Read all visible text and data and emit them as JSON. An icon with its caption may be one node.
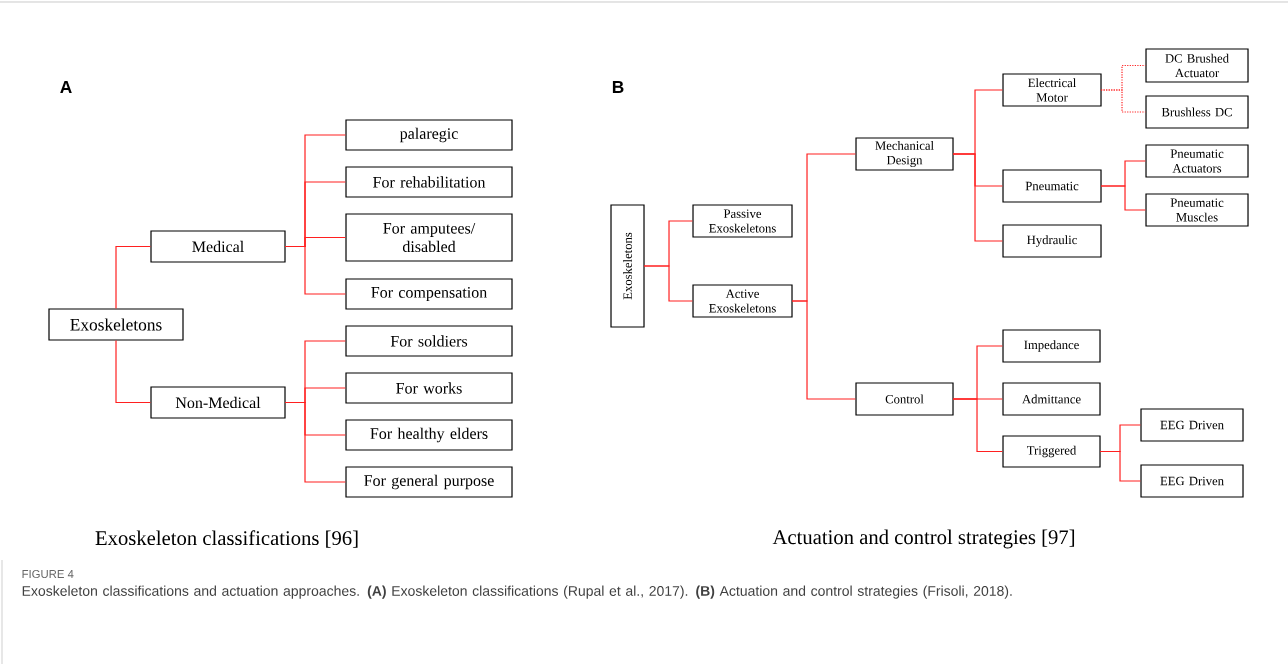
{
  "diagram": {
    "caption": "Exoskeleton classifications and actuation approaches. **(A)** Exoskeleton classifications (Rupal et al., 2017). **(B)** Actuation and control strategies (Frisoli, 2018).",
    "nodes": [
      {
        "text": [
          "Exoskeletons"
        ]
      },
      {
        "text": [
          "Medical"
        ]
      },
      {
        "text": [
          "Non-Medical"
        ]
      },
      {
        "text": [
          "palaregic"
        ]
      },
      {
        "text": [
          "For rehabilitation"
        ]
      },
      {
        "text": [
          "For amputees/ disabled"
        ]
      },
      {
        "text": [
          "For compensation"
        ]
      },
      {
        "text": [
          "For soldiers"
        ]
      },
      {
        "text": [
          "For works"
        ]
      },
      {
        "text": [
          "For healthy elders"
        ]
      },
      {
        "text": [
          "For general purpose"
        ]
      },
      {
        "text": [
          "Exoskeletons"
        ]
      },
      {
        "text": [
          "Passive Exoskeletons"
        ]
      },
      {
        "text": [
          "Active Exoskeletons"
        ]
      },
      {
        "text": [
          "Mechanical Design"
        ]
      },
      {
        "text": [
          "Control"
        ]
      },
      {
        "text": [
          "Electrical Motor"
        ]
      },
      {
        "text": [
          "Pneumatic"
        ]
      },
      {
        "text": [
          "Hydraulic"
        ]
      },
      {
        "text": [
          "DC Brushed Actuator"
        ]
      },
      {
        "text": [
          "Brushless DC"
        ]
      },
      {
        "text": [
          "Pneumatic Actuators"
        ]
      },
      {
        "text": [
          "Pneumatic Muscles"
        ]
      },
      {
        "text": [
          "Impedance"
        ]
      },
      {
        "text": [
          "Admittance"
        ]
      },
      {
        "text": [
          "Triggered"
        ]
      },
      {
        "text": [
          "EEG Driven"
        ]
      },
      {
        "text": [
          "EEG Driven"
        ]
      }
    ],
    "edges": [
      {
        "from": 0,
        "to": 1,
        "arrow": "none"
      },
      {
        "from": 0,
        "to": 2,
        "arrow": "none"
      },
      {
        "from": 1,
        "to": 3,
        "arrow": "none"
      },
      {
        "from": 1,
        "to": 4,
        "arrow": "none"
      },
      {
        "from": 1,
        "to": 5,
        "arrow": "none"
      },
      {
        "from": 1,
        "to": 6,
        "arrow": "none"
      },
      {
        "from": 2,
        "to": 7,
        "arrow": "none"
      },
      {
        "from": 2,
        "to": 8,
        "arrow": "none"
      },
      {
        "from": 2,
        "to": 9,
        "arrow": "none"
      },
      {
        "from": 2,
        "to": 10,
        "arrow": "none"
      },
      {
        "from": 11,
        "to": 12,
        "arrow": "none"
      },
      {
        "from": 11,
        "to": 13,
        "arrow": "none"
      },
      {
        "from": 13,
        "to": 14,
        "arrow": "none"
      },
      {
        "from": 13,
        "to": 15,
        "arrow": "none"
      },
      {
        "from": 14,
        "to": 16,
        "arrow": "none"
      },
      {
        "from": 14,
        "to": 17,
        "arrow": "none"
      },
      {
        "from": 14,
        "to": 18,
        "arrow": "none"
      },
      {
        "from": 16,
        "to": 19,
        "arrow": "none",
        "style": "dashed"
      },
      {
        "from": 16,
        "to": 20,
        "arrow": "none",
        "style": "dashed"
      },
      {
        "from": 17,
        "to": 21,
        "arrow": "none"
      },
      {
        "from": 17,
        "to": 22,
        "arrow": "none"
      },
      {
        "from": 15,
        "to": 23,
        "arrow": "none"
      },
      {
        "from": 15,
        "to": 24,
        "arrow": "none"
      },
      {
        "from": 15,
        "to": 25,
        "arrow": "none"
      },
      {
        "from": 25,
        "to": 26,
        "arrow": "none"
      },
      {
        "from": 25,
        "to": 27,
        "arrow": "none"
      }
    ],
    "labels": [
      "A",
      "B",
      "Exoskeleton classifications [96]",
      "Actuation and control strategies [97]",
      "FIGURE 4"
    ]
  }
}
